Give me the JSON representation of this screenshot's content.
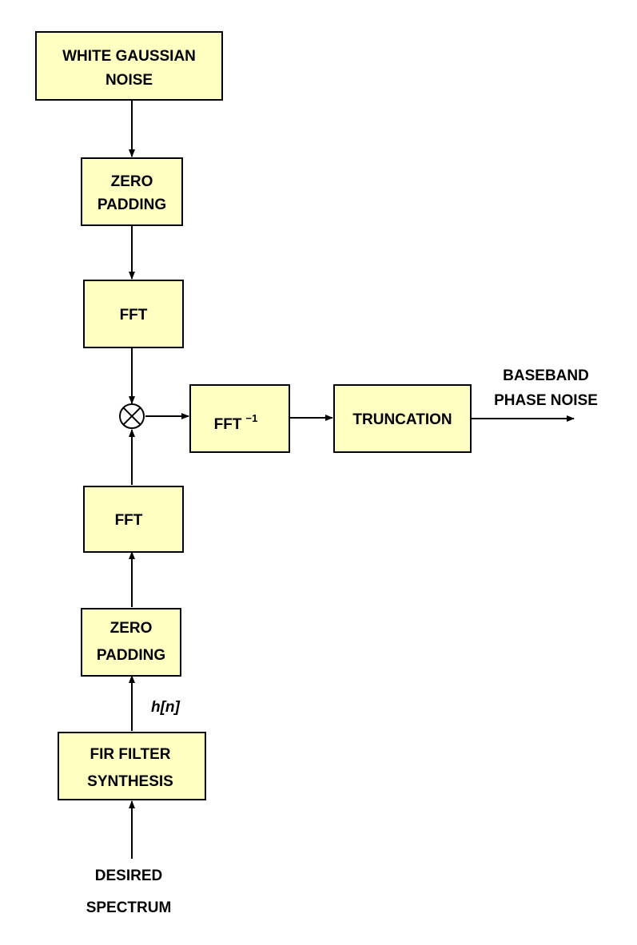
{
  "blocks": {
    "white_noise": {
      "line1": "WHITE GAUSSIAN",
      "line2": "NOISE"
    },
    "zero_pad_top": {
      "line1": "ZERO",
      "line2": "PADDING"
    },
    "fft_top": {
      "label": "FFT"
    },
    "ifft": {
      "label": "FFT",
      "superscript": "−1"
    },
    "truncation": {
      "label": "TRUNCATION"
    },
    "fft_bottom": {
      "label": "FFT"
    },
    "zero_pad_bottom": {
      "line1": "ZERO",
      "line2": "PADDING"
    },
    "fir_synthesis": {
      "line1": "FIR FILTER",
      "line2": "SYNTHESIS"
    }
  },
  "labels": {
    "output_line1": "BASEBAND",
    "output_line2": "PHASE NOISE",
    "hn": "h[n]",
    "input_line1": "DESIRED",
    "input_line2": "SPECTRUM"
  },
  "colors": {
    "block_fill": "#ffffc2",
    "stroke": "#000000"
  }
}
